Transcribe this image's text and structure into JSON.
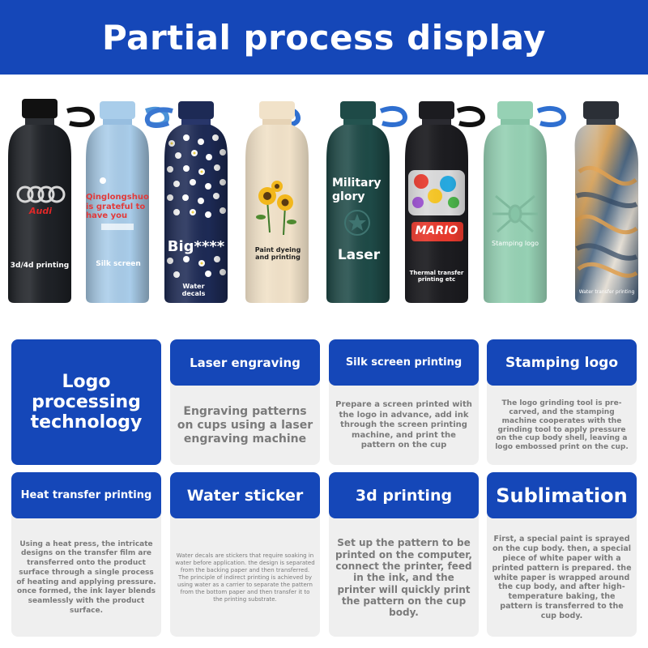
{
  "header": {
    "title": "Partial process display"
  },
  "bottles": [
    {
      "name": "audi",
      "color": "#1e2126",
      "logo_text": "Audi",
      "label": "3d/4d printing"
    },
    {
      "name": "silk",
      "color": "#a9cdea",
      "text": "Qinglongshuo is grateful to have you",
      "label": "Silk screen"
    },
    {
      "name": "water",
      "color": "#1d2a55",
      "overlay": "Big****",
      "label": "Water decals"
    },
    {
      "name": "paint",
      "color": "#f1e2c9",
      "label": "Paint dyeing and printing"
    },
    {
      "name": "laser",
      "color": "#1e4a47",
      "text": "Military glory",
      "label": "Laser"
    },
    {
      "name": "thermal",
      "color": "#1c1c20",
      "brand": "MARIO",
      "label": "Thermal transfer printing etc"
    },
    {
      "name": "stamping",
      "color": "#96d1b4",
      "label": "Stamping logo"
    },
    {
      "name": "marble",
      "color": "#8fa1ad",
      "label": "Water transfer printing"
    }
  ],
  "colors": {
    "brand_blue": "#1547b8",
    "card_bg": "#efefef",
    "card_text": "#7a7a7a",
    "accent_red": "#d62a2a"
  },
  "cards": {
    "logo_processing": "Logo processing technology",
    "laser": {
      "title": "Laser engraving",
      "desc": "Engraving patterns on cups using a laser engraving machine"
    },
    "silk": {
      "title": "Silk screen printing",
      "desc": "Prepare a screen printed with the logo in advance, add ink through the screen printing machine, and print the pattern on the cup"
    },
    "stamping": {
      "title": "Stamping logo",
      "desc": "The logo grinding tool is pre-carved, and the stamping machine cooperates with the grinding tool to apply pressure on the cup body shell, leaving a logo embossed print on the cup."
    },
    "heat": {
      "title": "Heat transfer printing",
      "desc": "Using a heat press, the intricate designs on the transfer film are transferred onto the product surface through a single process of heating and applying pressure. once formed, the ink layer blends seamlessly with the product surface."
    },
    "water": {
      "title": "Water sticker",
      "desc": "Water decals are stickers that require soaking in water before application. the design is separated from the backing paper and then transferred. The principle of indirect printing is achieved by using water as a carrier to separate the pattern from the bottom paper and then transfer it to the printing substrate."
    },
    "print3d": {
      "title": "3d printing",
      "desc": "Set up the pattern to be printed on the computer, connect the printer, feed in the ink, and the printer will quickly print the pattern on the cup body."
    },
    "sublimation": {
      "title": "Sublimation",
      "desc": "First, a special paint is sprayed on the cup body. then, a special piece of white paper with a printed pattern is prepared. the white paper is wrapped around the cup body, and after high-temperature baking, the pattern is transferred to the cup body."
    }
  }
}
